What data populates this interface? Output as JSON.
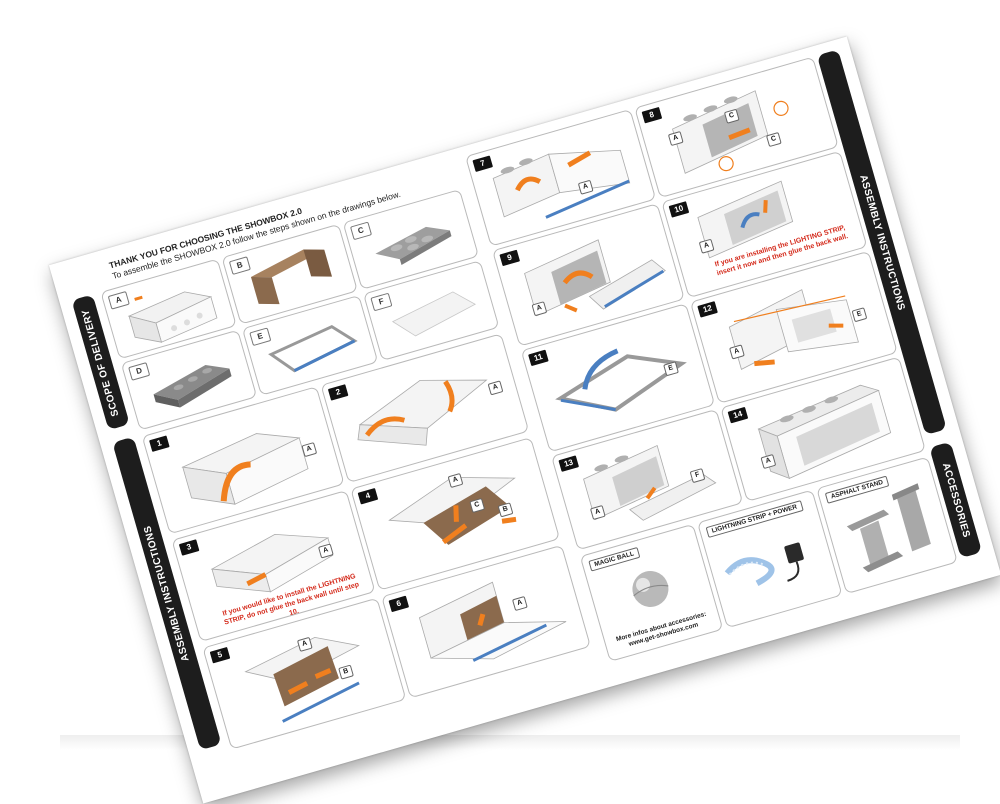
{
  "header": {
    "title": "THANK YOU FOR CHOOSING THE SHOWBOX 2.0",
    "subtitle": "To assemble the SHOWBOX 2.0 follow the steps shown on the drawings below."
  },
  "sidebars": {
    "scope": "SCOPE OF DELIVERY",
    "assembly_left": "ASSEMBLY INSTRUCTIONS",
    "assembly_right": "ASSEMBLY INSTRUCTIONS",
    "accessories": "ACCESSORIES"
  },
  "parts": [
    "A",
    "B",
    "C",
    "D",
    "E",
    "F"
  ],
  "steps": [
    "1",
    "2",
    "3",
    "4",
    "5",
    "6",
    "7",
    "8",
    "9",
    "10",
    "11",
    "12",
    "13",
    "14"
  ],
  "notes": {
    "step3": "If you would like to install the LIGHTNING STRIP, do not glue the back wall until step 10.",
    "step10": "If you are installing the LIGHTING STRIP, insert it now and then glue the back wall."
  },
  "accessories": {
    "magic_ball": "MAGIC BALL",
    "lighting": "LIGHTNING STRIP + POWER",
    "stand": "ASPHALT STAND",
    "info": "More infos about accessories:",
    "url": "www.get-showbox.com"
  },
  "colors": {
    "accent": "#f07f1e",
    "blue_strip": "#4a7fc1",
    "cardboard": "#8b6a4d",
    "sidebar": "#1d1d1d",
    "note": "#d42a1b"
  }
}
